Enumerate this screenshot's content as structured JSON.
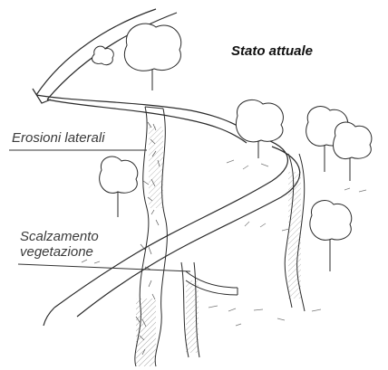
{
  "title": "Stato attuale",
  "annotations": {
    "lateral_erosion": "Erosioni laterali",
    "undercutting_line1": "Scalzamento",
    "undercutting_line2": "vegetazione"
  },
  "colors": {
    "ink": "#2a2a2a",
    "paper": "#ffffff",
    "shade": "#8a8a8a"
  }
}
